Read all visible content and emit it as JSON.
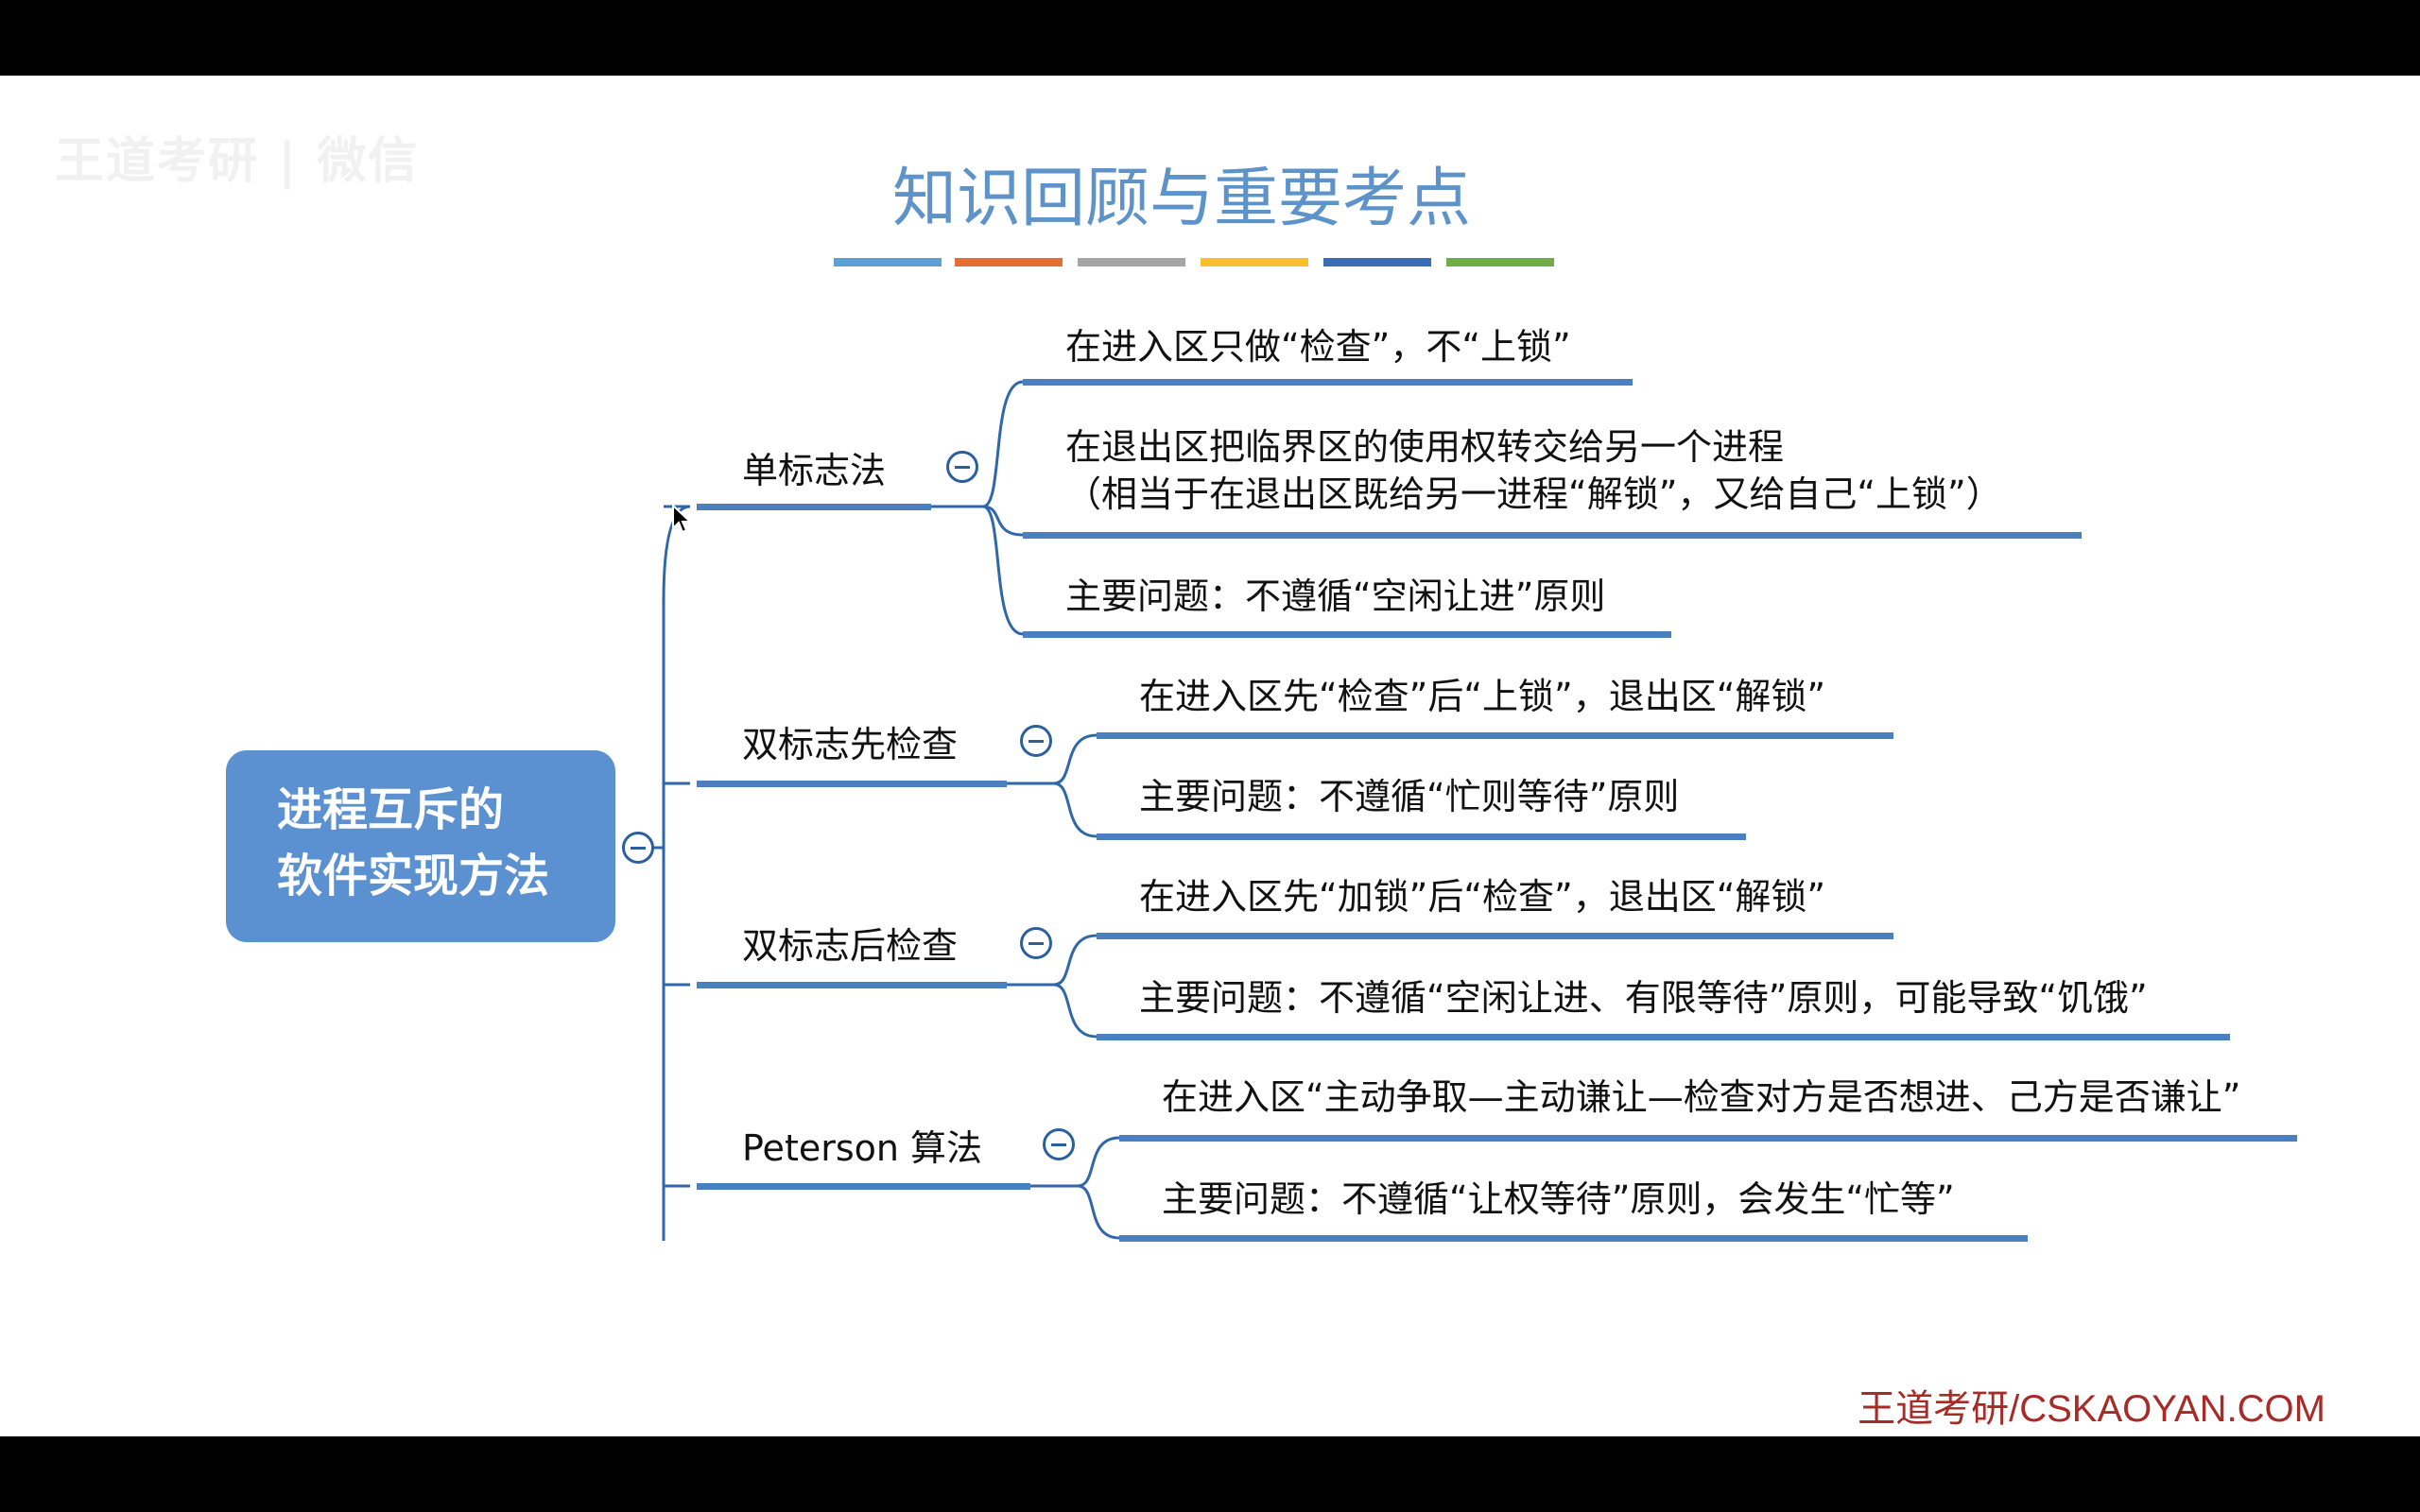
{
  "watermark": "王道考研 | 微信",
  "title": "知识回顾与重要考点",
  "title_bar_colors": [
    "#5fa0d4",
    "#e07038",
    "#a5a5a5",
    "#f7bf2e",
    "#3b6cb4",
    "#70ad47"
  ],
  "root": {
    "line1": "进程互斥的",
    "line2": "软件实现方法"
  },
  "branches": [
    {
      "label": "单标志法",
      "leaves": [
        {
          "text": "在进入区只做“检查”，不“上锁”"
        },
        {
          "text": "在退出区把临界区的使用权转交给另一个进程",
          "text2": "（相当于在退出区既给另一进程“解锁”，又给自己“上锁”）"
        },
        {
          "text": "主要问题：不遵循“空闲让进”原则"
        }
      ]
    },
    {
      "label": "双标志先检查",
      "leaves": [
        {
          "text": "在进入区先“检查”后“上锁”，退出区“解锁”"
        },
        {
          "text": "主要问题：不遵循“忙则等待”原则"
        }
      ]
    },
    {
      "label": "双标志后检查",
      "leaves": [
        {
          "text": "在进入区先“加锁”后“检查”，退出区“解锁”"
        },
        {
          "text": "主要问题：不遵循“空闲让进、有限等待”原则，可能导致“饥饿”"
        }
      ]
    },
    {
      "label": "Peterson 算法",
      "leaves": [
        {
          "text": "在进入区“主动争取—主动谦让—检查对方是否想进、己方是否谦让”"
        },
        {
          "text": "主要问题：不遵循“让权等待”原则，会发生“忙等”"
        }
      ]
    }
  ],
  "brand": "王道考研/CSKAOYAN.COM",
  "colors": {
    "line": "#4a7fc0",
    "connector": "#2f67a8",
    "root_fill": "#5b91d0",
    "title": "#5d93c9",
    "brand": "#a72b26"
  }
}
